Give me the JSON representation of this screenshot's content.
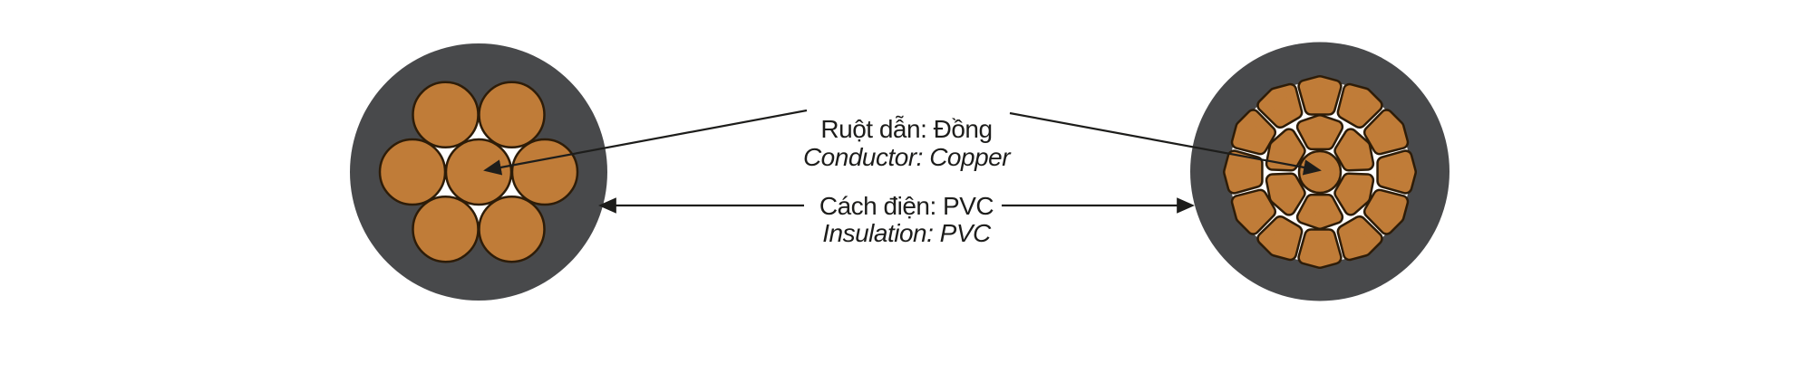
{
  "diagram": {
    "title_hint": "Cable cross-section diagram",
    "labels": {
      "conductor_vi": "Ruột dẫn: Đồng",
      "conductor_en": "Conductor: Copper",
      "insulation_vi": "Cách điện: PVC",
      "insulation_en": "Insulation: PVC"
    },
    "cables": {
      "left": {
        "strand_count": 7,
        "arrangement": "1 center + 6 round strands"
      },
      "right": {
        "strand_count": 19,
        "arrangement": "1 center + 6 middle + 12 outer compacted strands"
      }
    },
    "colors": {
      "insulation": "#48494b",
      "copper": "#c07c38",
      "strand_outline": "#2d1c08",
      "gap_fill": "#ffffff",
      "line": "#1d1d1b"
    }
  }
}
